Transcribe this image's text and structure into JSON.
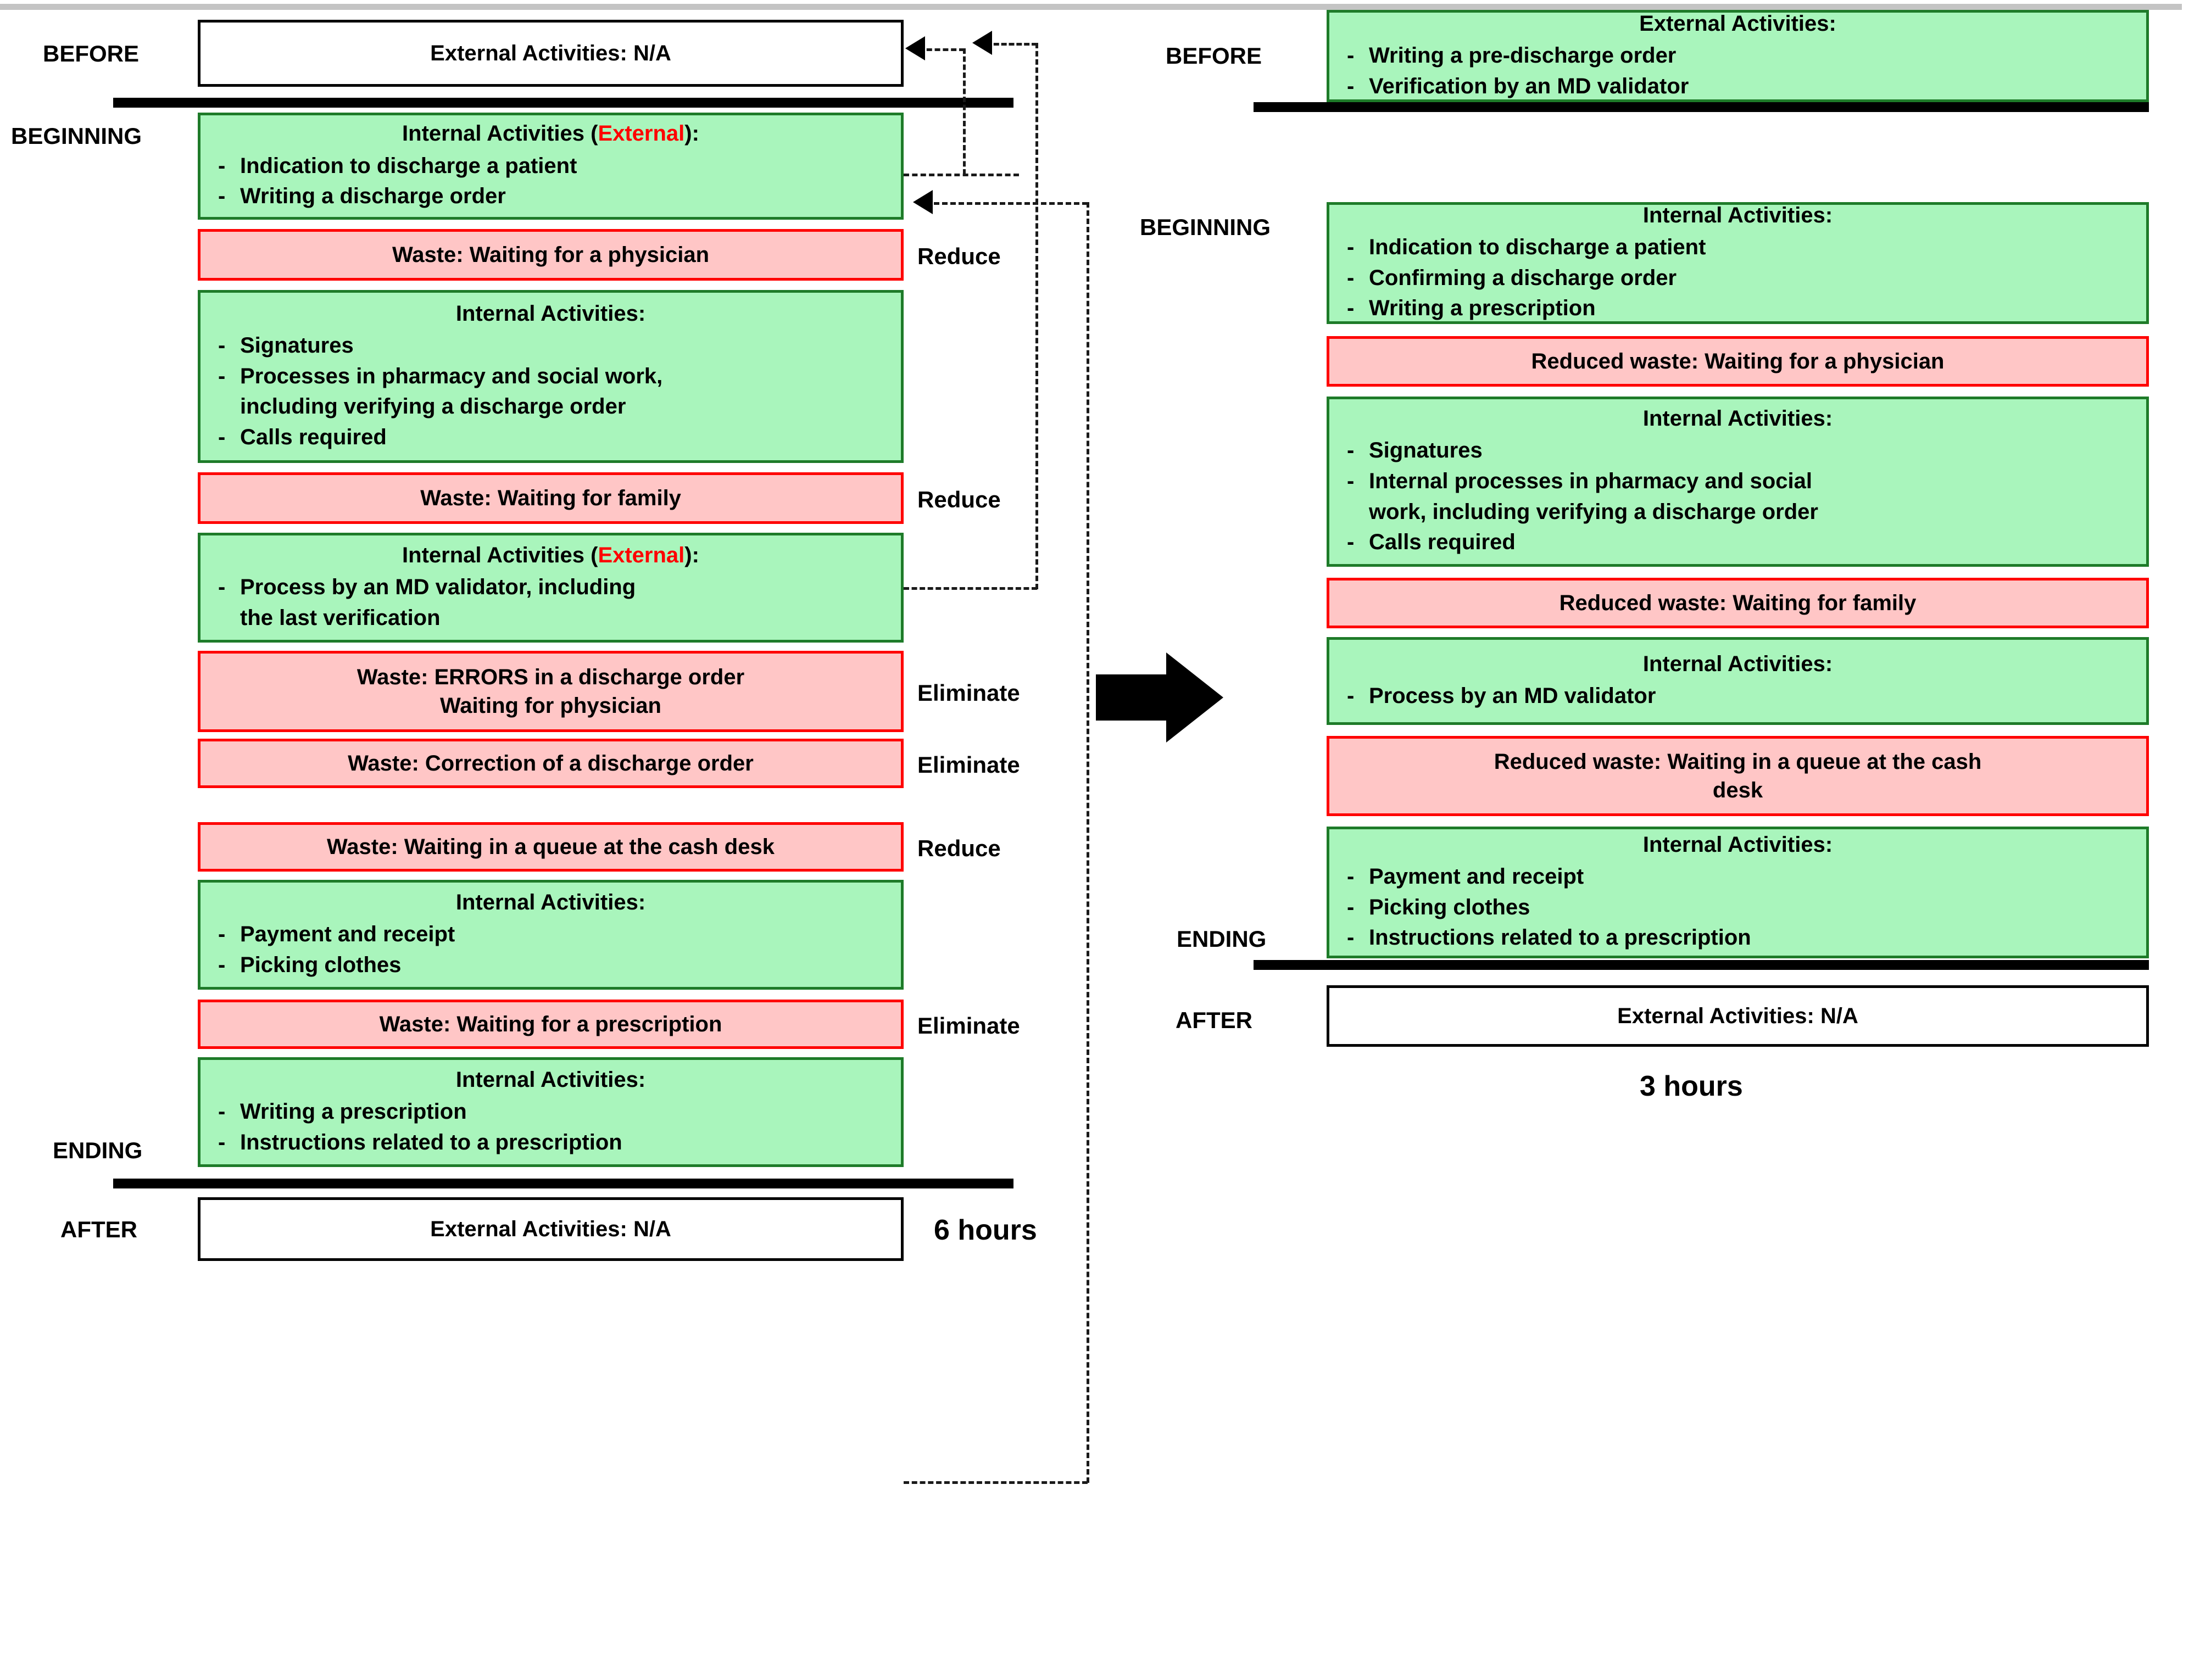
{
  "diagram": {
    "left_column": {
      "stage_labels": {
        "before": "BEFORE",
        "beginning": "BEGINNING",
        "ending": "ENDING",
        "after": "AFTER"
      },
      "total_time": "6 hours",
      "before_box": {
        "text": "External Activities: N/A",
        "type": "external",
        "color": "#ffffff"
      },
      "after_box": {
        "text": "External Activities: N/A",
        "type": "external",
        "color": "#ffffff"
      },
      "steps": [
        {
          "kind": "internal",
          "header_main": "Internal Activities (",
          "header_ext": "External",
          "header_tail": "):",
          "items": [
            "Indication to discharge a patient",
            "Writing a discharge order"
          ],
          "action": ""
        },
        {
          "kind": "waste",
          "center_lines": [
            "Waste: Waiting for a physician"
          ],
          "action": "Reduce"
        },
        {
          "kind": "internal",
          "header_main": "Internal Activities:",
          "items": [
            "Signatures",
            "Processes in pharmacy and social work,",
            "including verifying a discharge order",
            "Calls required"
          ],
          "continuation_index": [
            2
          ],
          "action": ""
        },
        {
          "kind": "waste",
          "center_lines": [
            "Waste: Waiting for family"
          ],
          "action": "Reduce"
        },
        {
          "kind": "internal",
          "header_main": "Internal Activities (",
          "header_ext": "External",
          "header_tail": "):",
          "items": [
            "Process by an MD validator, including",
            "the last verification"
          ],
          "continuation_index": [
            1
          ],
          "action": ""
        },
        {
          "kind": "waste",
          "center_lines": [
            "Waste: ERRORS in a discharge order",
            "Waiting for physician"
          ],
          "action": "Eliminate"
        },
        {
          "kind": "waste",
          "center_lines": [
            "Waste: Correction of a discharge order"
          ],
          "action": "Eliminate"
        },
        {
          "kind": "waste",
          "center_lines": [
            "Waste: Waiting in a queue at the cash desk"
          ],
          "action": "Reduce"
        },
        {
          "kind": "internal",
          "header_main": "Internal Activities:",
          "items": [
            "Payment and receipt",
            "Picking clothes"
          ],
          "action": ""
        },
        {
          "kind": "waste",
          "center_lines": [
            "Waste: Waiting for a prescription"
          ],
          "action": "Eliminate"
        },
        {
          "kind": "internal",
          "header_main": "Internal Activities:",
          "items": [
            "Writing a prescription",
            "Instructions related to a prescription"
          ],
          "action": ""
        }
      ]
    },
    "right_column": {
      "stage_labels": {
        "before": "BEFORE",
        "beginning": "BEGINNING",
        "ending": "ENDING",
        "after": "AFTER"
      },
      "total_time": "3 hours",
      "before_box": {
        "kind": "internal",
        "header_main": "External Activities:",
        "items": [
          "Writing a pre-discharge order",
          "Verification by an MD validator"
        ]
      },
      "after_box": {
        "text": "External Activities: N/A",
        "type": "external",
        "color": "#ffffff"
      },
      "steps": [
        {
          "kind": "internal",
          "header_main": "Internal Activities:",
          "items": [
            "Indication to discharge a patient",
            "Confirming a discharge order",
            "Writing a prescription"
          ]
        },
        {
          "kind": "waste",
          "center_lines": [
            "Reduced waste: Waiting for a physician"
          ]
        },
        {
          "kind": "internal",
          "header_main": "Internal Activities:",
          "items": [
            "Signatures",
            "Internal processes in pharmacy and social",
            "work, including verifying a discharge order",
            "Calls required"
          ],
          "continuation_index": [
            2
          ]
        },
        {
          "kind": "waste",
          "center_lines": [
            "Reduced waste: Waiting for family"
          ]
        },
        {
          "kind": "internal",
          "header_main": "Internal Activities:",
          "items": [
            "Process by an MD validator"
          ]
        },
        {
          "kind": "waste",
          "center_lines": [
            "Reduced waste: Waiting in a queue at the cash",
            "desk"
          ]
        },
        {
          "kind": "internal",
          "header_main": "Internal Activities:",
          "items": [
            "Payment and receipt",
            "Picking clothes",
            "Instructions related to a prescription"
          ]
        }
      ]
    },
    "transform_arrow": "big-right-arrow",
    "colors": {
      "internal_fill": "#a9f5bc",
      "internal_border": "#1e7b29",
      "waste_fill": "#ffc6c6",
      "waste_border": "#ff0000",
      "external_fill": "#ffffff",
      "external_border": "#000000",
      "highlight_text": "#ff0000"
    }
  }
}
